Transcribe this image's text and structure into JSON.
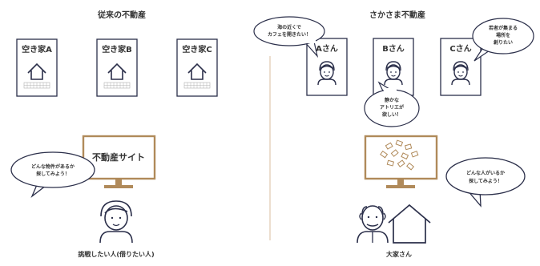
{
  "left_panel": {
    "title": "従来の不動産",
    "listings": [
      {
        "label": "空き家A"
      },
      {
        "label": "空き家B"
      },
      {
        "label": "空き家C"
      }
    ],
    "site_label": "不動産サイト",
    "seeker_bubble": [
      "どんな物件があるか",
      "探してみよう！"
    ],
    "seeker_caption": "挑戦したい人(借りたい人)"
  },
  "right_panel": {
    "title": "さかさま不動産",
    "profiles": [
      {
        "label": "Aさん",
        "bubble": [
          "海の近くで",
          "カフェを開きたい！"
        ]
      },
      {
        "label": "Bさん",
        "bubble": [
          "静かな",
          "アトリエが",
          "欲しい！"
        ]
      },
      {
        "label": "Cさん",
        "bubble": [
          "若者が集まる",
          "場所を",
          "創りたい"
        ]
      }
    ],
    "owner_bubble": [
      "どんな人がいるか",
      "探してみよう！"
    ],
    "owner_caption": "大家さん"
  },
  "colors": {
    "brand_brown": "#b08a5a",
    "ink": "#2b2f4a",
    "divider": "#e6d3bf"
  }
}
